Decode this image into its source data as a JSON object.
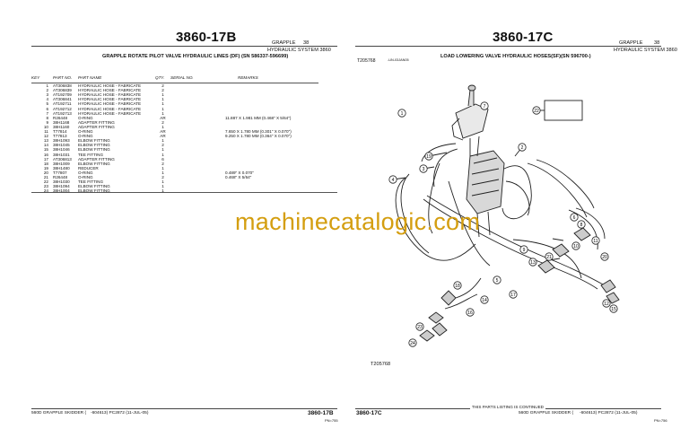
{
  "left": {
    "title": "3860-17B",
    "section": "GRAPPLE",
    "section_no": "38",
    "system": "HYDRAULIC SYSTEM 3860",
    "subtitle": "GRAPPLE ROTATE PILOT VALVE HYDRAULIC LINES (DF) (SN 586337-596699)",
    "columns": [
      "KEY",
      "PART NO.",
      "PART NAME",
      "QTY.",
      "SERIAL NO.",
      "REMARKS"
    ],
    "rows": [
      [
        "1",
        "AT306838",
        "HYDRAULIC HOSE - FABRICATE",
        "2",
        "",
        ""
      ],
      [
        "2",
        "AT306839",
        "HYDRAULIC HOSE - FABRICATE",
        "2",
        "",
        ""
      ],
      [
        "3",
        "AT192709",
        "HYDRAULIC HOSE - FABRICATE",
        "1",
        "",
        ""
      ],
      [
        "4",
        "AT306841",
        "HYDRAULIC HOSE - FABRICATE",
        "1",
        "",
        ""
      ],
      [
        "5",
        "AT192711",
        "HYDRAULIC HOSE - FABRICATE",
        "1",
        "",
        ""
      ],
      [
        "6",
        "AT192712",
        "HYDRAULIC HOSE - FABRICATE",
        "1",
        "",
        ""
      ],
      [
        "7",
        "AT192713",
        "HYDRAULIC HOSE - FABRICATE",
        "1",
        "",
        ""
      ],
      [
        "8",
        "R26448",
        "O-RING",
        "AR",
        "",
        "11.887 X 1.981 MM (0.468\" X 5/64\")"
      ],
      [
        "9",
        "38H1168",
        "ADAPTER FITTING",
        "2",
        "",
        ""
      ],
      [
        "10",
        "38H1160",
        "ADAPTER FITTING",
        "1",
        "",
        ""
      ],
      [
        "11",
        "T77814",
        "O-RING",
        "AR",
        "",
        "7.650 X 1.780 MM (0.301\" X 0.070\")"
      ],
      [
        "12",
        "T77813",
        "O-RING",
        "AR",
        "",
        "9.250 X 1.780 MM (0.364\" X 0.070\")"
      ],
      [
        "13",
        "38H1093",
        "ELBOW FITTING",
        "1",
        "",
        ""
      ],
      [
        "14",
        "38H1045",
        "ELBOW FITTING",
        "2",
        "",
        ""
      ],
      [
        "15",
        "38H1046",
        "ELBOW FITTING",
        "1",
        "",
        ""
      ],
      [
        "16",
        "38H1031",
        "TEE FITTING",
        "1",
        "",
        ""
      ],
      [
        "17",
        "AT306813",
        "ADAPTER FITTING",
        "6",
        "",
        ""
      ],
      [
        "18",
        "38H1009",
        "ELBOW FITTING",
        "2",
        "",
        ""
      ],
      [
        "19",
        "38H1480",
        "REDUCER",
        "1",
        "",
        ""
      ],
      [
        "20",
        "T77807",
        "O-RING",
        "1",
        "",
        "0.489\" X 0.070\""
      ],
      [
        "21",
        "R26448",
        "O-RING",
        "2",
        "",
        "0.468\" X 5/64\""
      ],
      [
        "22",
        "38H1030",
        "TEE FITTING",
        "1",
        "",
        ""
      ],
      [
        "23",
        "38H1094",
        "ELBOW FITTING",
        "1",
        "",
        ""
      ],
      [
        "24",
        "38H1004",
        "ELBOW FITTING",
        "1",
        "",
        ""
      ]
    ],
    "footer_left": "560D GRAPPLE SKIDDER (",
    "footer_mid": "-604613)   PC2872   (11-JUL-05)",
    "footer_code": "3860-17B",
    "footer_page": "PN=755"
  },
  "right": {
    "title": "3860-17C",
    "section": "GRAPPLE",
    "section_no": "38",
    "system": "HYDRAULIC SYSTEM 3860",
    "subtitle": "LOAD LOWERING VALVE HYDRAULIC HOSES(SF)(SN 596700-)",
    "ref_code": "T205768",
    "ref_small": "-UN-03JAN05",
    "diagram_code": "T205768",
    "continued": "THIS PARTS LISTING IS CONTINUED",
    "footer_code": "3860-17C",
    "footer_mid": "560D GRAPPLE SKIDDER (",
    "footer_right": "-604613)   PC2872   (11-JUL-05)",
    "footer_page": "PN=756"
  },
  "watermark": "machinecatalogic.com",
  "callouts": [
    "22",
    "1",
    "4",
    "19",
    "3",
    "2",
    "7",
    "6",
    "8",
    "10",
    "11",
    "20",
    "21",
    "9",
    "13",
    "14",
    "16",
    "17",
    "12",
    "15",
    "18",
    "23",
    "24",
    "5"
  ]
}
